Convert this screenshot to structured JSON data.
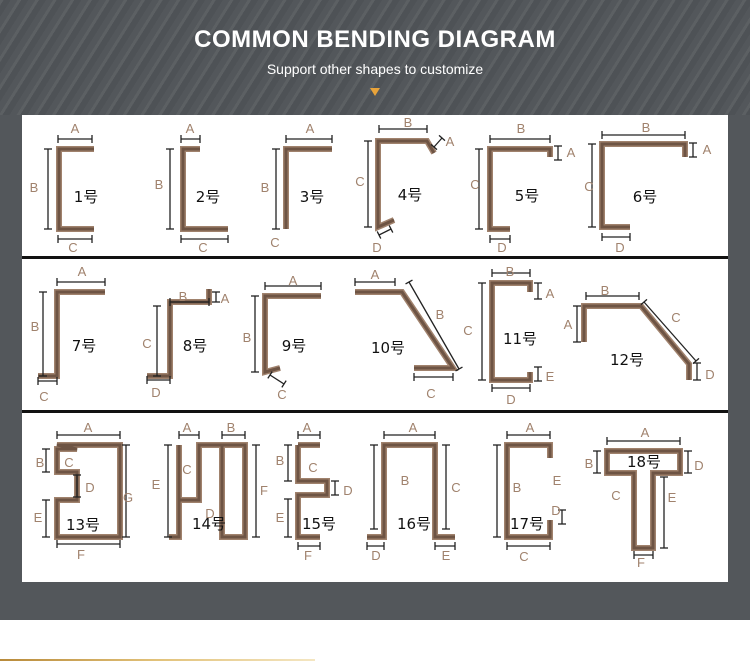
{
  "header": {
    "title": "COMMON BENDING DIAGRAM",
    "subtitle": "Support other shapes to customize"
  },
  "colors": {
    "background": "#53575b",
    "shape_fill": "#6e5444",
    "shape_stroke": "#a0826d",
    "dimension_line": "#222222",
    "accent": "#e8a33a"
  },
  "shapes": [
    {
      "number": "1号",
      "labels": [
        "A",
        "B",
        "C"
      ]
    },
    {
      "number": "2号",
      "labels": [
        "A",
        "B",
        "C"
      ]
    },
    {
      "number": "3号",
      "labels": [
        "A",
        "B",
        "C"
      ]
    },
    {
      "number": "4号",
      "labels": [
        "B",
        "A",
        "C",
        "D"
      ]
    },
    {
      "number": "5号",
      "labels": [
        "B",
        "A",
        "C",
        "D"
      ]
    },
    {
      "number": "6号",
      "labels": [
        "B",
        "A",
        "C",
        "D"
      ]
    },
    {
      "number": "7号",
      "labels": [
        "A",
        "B",
        "C"
      ]
    },
    {
      "number": "8号",
      "labels": [
        "B",
        "A",
        "C",
        "D"
      ]
    },
    {
      "number": "9号",
      "labels": [
        "A",
        "B",
        "C"
      ]
    },
    {
      "number": "10号",
      "labels": [
        "A",
        "B",
        "C"
      ]
    },
    {
      "number": "11号",
      "labels": [
        "B",
        "A",
        "C",
        "E",
        "D"
      ]
    },
    {
      "number": "12号",
      "labels": [
        "B",
        "A",
        "C",
        "D"
      ]
    },
    {
      "number": "13号",
      "labels": [
        "A",
        "B",
        "C",
        "D",
        "E",
        "G",
        "F"
      ]
    },
    {
      "number": "14号",
      "labels": [
        "A",
        "B",
        "C",
        "E",
        "F",
        "D"
      ]
    },
    {
      "number": "15号",
      "labels": [
        "A",
        "B",
        "C",
        "D",
        "E",
        "F"
      ]
    },
    {
      "number": "16号",
      "labels": [
        "A",
        "B",
        "C",
        "D",
        "E"
      ]
    },
    {
      "number": "17号",
      "labels": [
        "A",
        "B",
        "E",
        "D",
        "C"
      ]
    },
    {
      "number": "18号",
      "labels": [
        "A",
        "B",
        "D",
        "C",
        "E",
        "F"
      ]
    }
  ]
}
